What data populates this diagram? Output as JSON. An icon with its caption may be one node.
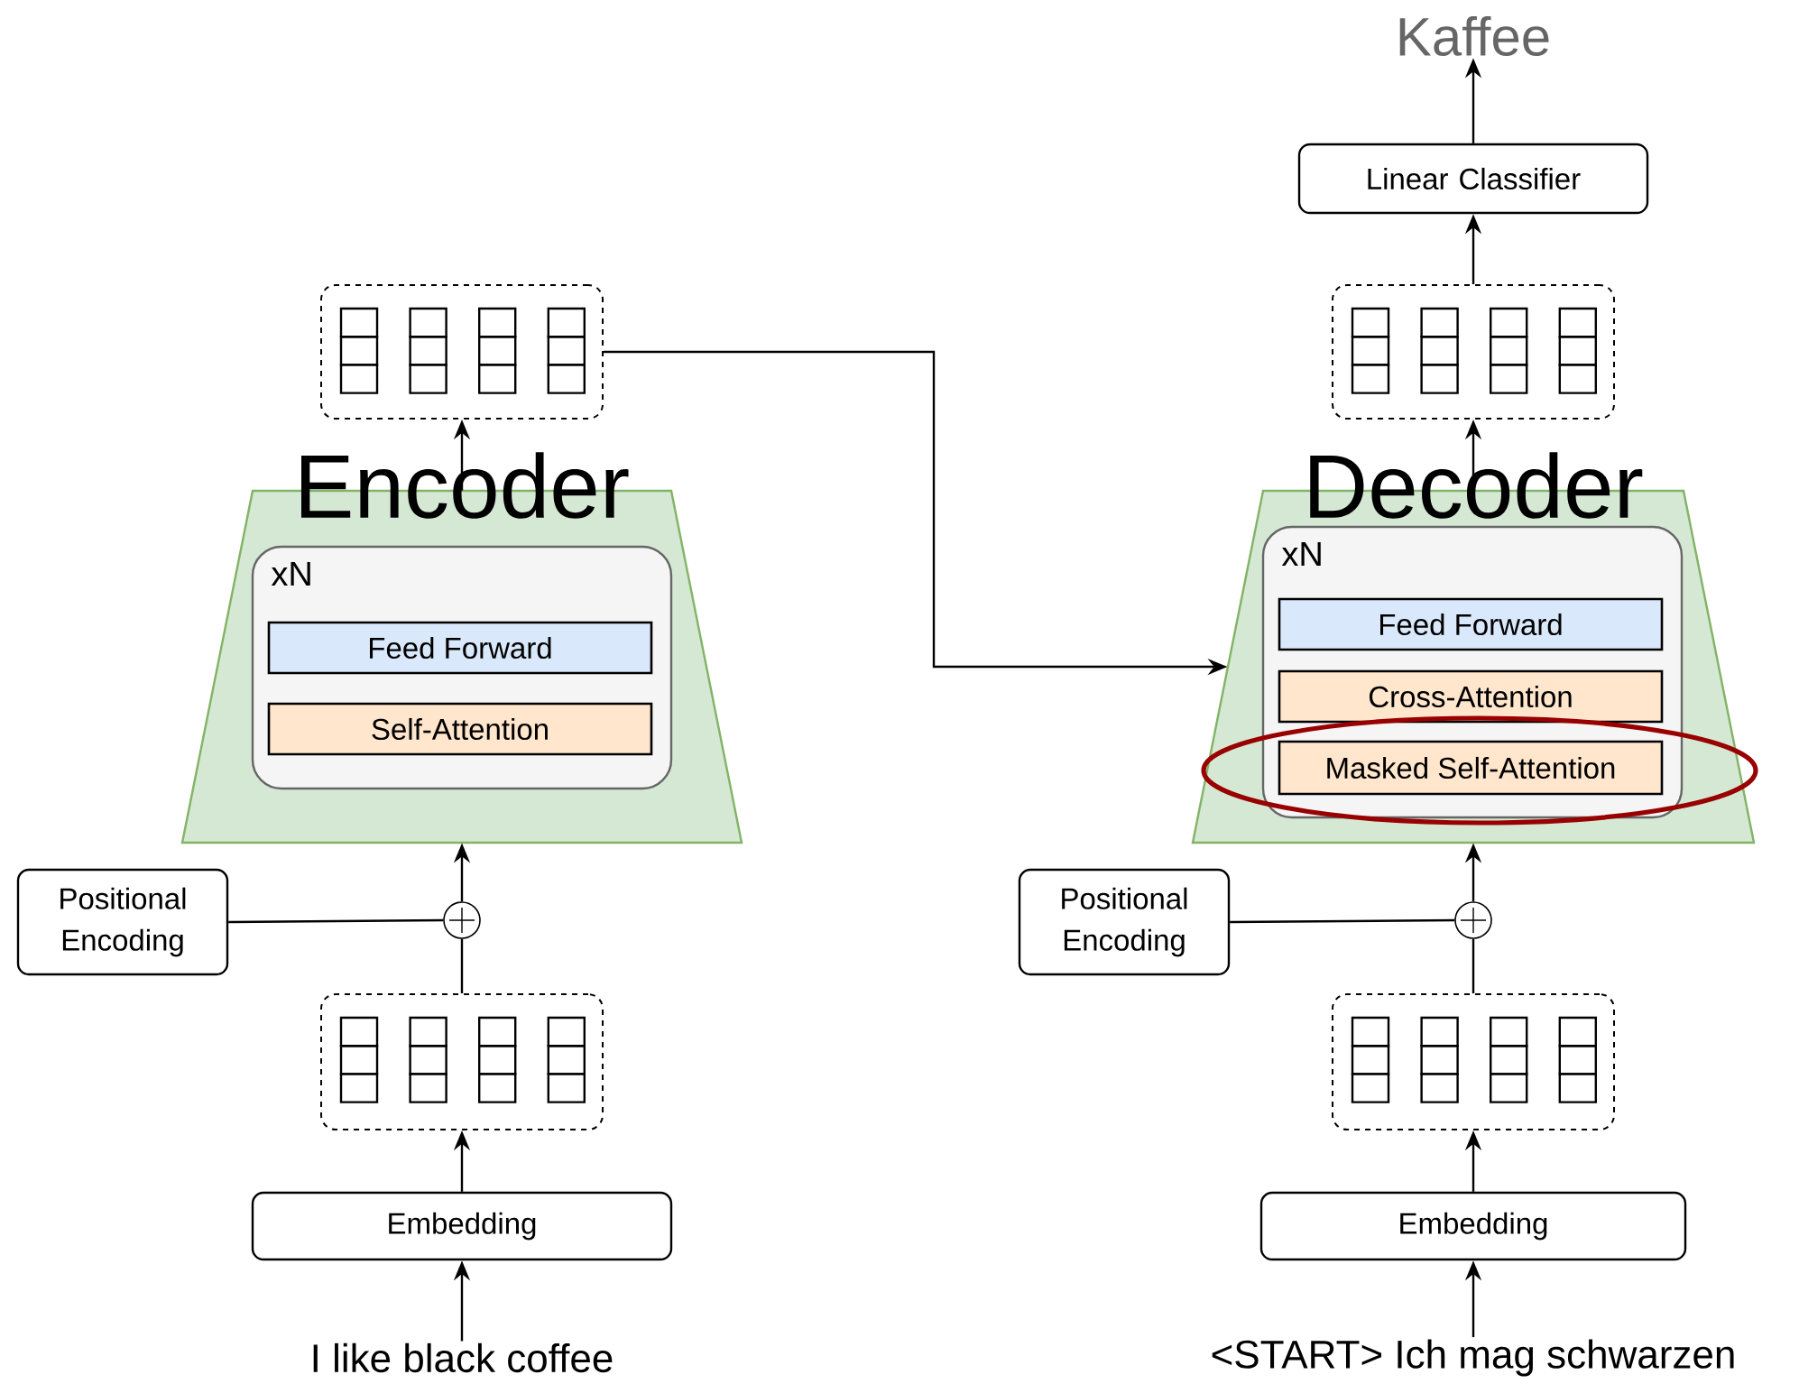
{
  "diagram": {
    "nodes": [
      {
        "text": [
          "Encoder"
        ]
      },
      {
        "text": [
          "xN"
        ],
        "in": 0
      },
      {
        "text": [
          "Feed Forward"
        ],
        "in": 1
      },
      {
        "text": [
          "Self-Attention"
        ],
        "in": 1
      },
      {
        "text": [
          "Positional Encoding"
        ]
      },
      {
        "text": [],
        "shape": "circle"
      },
      {
        "text": [],
        "shape": "box"
      },
      {
        "text": [
          "Embedding"
        ]
      },
      {
        "text": [
          "I like black coffee"
        ]
      },
      {
        "text": [],
        "shape": "box"
      },
      {
        "text": [
          "Decoder"
        ]
      },
      {
        "text": [
          "xN"
        ],
        "in": 10
      },
      {
        "text": [
          "Feed Forward"
        ],
        "in": 11
      },
      {
        "text": [
          "Cross-Attention"
        ],
        "in": 11
      },
      {
        "text": [
          "Masked Self-Attention"
        ],
        "in": 11
      },
      {
        "text": [
          "Positional Encoding"
        ]
      },
      {
        "text": [],
        "shape": "circle"
      },
      {
        "text": [],
        "shape": "box"
      },
      {
        "text": [
          "Embedding"
        ]
      },
      {
        "text": [
          "<START> Ich mag schwarzen"
        ]
      },
      {
        "text": [],
        "shape": "box"
      },
      {
        "text": [
          "Linear Classifier"
        ]
      },
      {
        "text": [
          "Kaffee"
        ]
      }
    ],
    "edges": [
      {
        "from": 8,
        "to": 7,
        "arrow": "to"
      },
      {
        "from": 7,
        "to": 6,
        "arrow": "to"
      },
      {
        "from": 6,
        "to": 5,
        "arrow": "none"
      },
      {
        "from": 4,
        "to": 5,
        "arrow": "none"
      },
      {
        "from": 5,
        "to": 0,
        "arrow": "to"
      },
      {
        "from": 0,
        "to": 9,
        "arrow": "to"
      },
      {
        "from": 9,
        "to": 10,
        "arrow": "to"
      },
      {
        "from": 19,
        "to": 18,
        "arrow": "to"
      },
      {
        "from": 18,
        "to": 17,
        "arrow": "to"
      },
      {
        "from": 17,
        "to": 16,
        "arrow": "none"
      },
      {
        "from": 15,
        "to": 16,
        "arrow": "none"
      },
      {
        "from": 16,
        "to": 10,
        "arrow": "to"
      },
      {
        "from": 10,
        "to": 20,
        "arrow": "to"
      },
      {
        "from": 20,
        "to": 21,
        "arrow": "to"
      },
      {
        "from": 21,
        "to": 22,
        "arrow": "to"
      }
    ]
  }
}
